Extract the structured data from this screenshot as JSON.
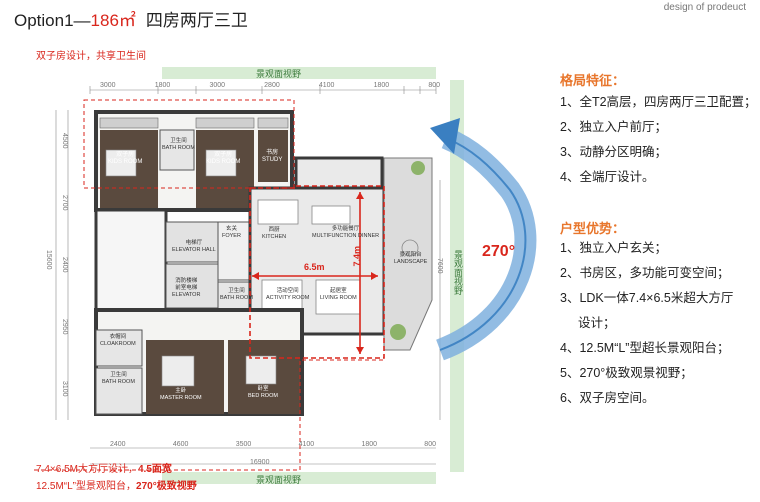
{
  "header": {
    "title_prefix": "Option1—",
    "title_area": "186㎡",
    "title_cn": "四房两厅三卫",
    "subtitle": "design of prodeuct"
  },
  "plan": {
    "note_top": "双子房设计，共享卫生间",
    "view_top": "景观面视野",
    "view_bottom": "景观面视野",
    "view_right": "景观面视野",
    "dim_top": [
      "3000",
      "1800",
      "3000",
      "2800",
      "4100",
      "1800",
      "800"
    ],
    "dim_bottom": [
      "2400",
      "4600",
      "3500",
      "4100",
      "1800",
      "800"
    ],
    "dim_total": "16900",
    "dim_left": [
      "4500",
      "2700",
      "2400",
      "2950",
      "3100"
    ],
    "dim_left_total": "15600",
    "dim_right": "7600",
    "dim_6_5": "6.5m",
    "dim_7_4": "7.4m",
    "angle": "270°",
    "rooms": {
      "bedroom_a": "双子房",
      "bedroom_a_en": "KIDS ROOM",
      "bath_a": "卫生间",
      "bath_a_en": "BATH ROOM",
      "bedroom_b": "双子房",
      "bedroom_b_en": "KIDS ROOM",
      "study": "书房",
      "study_en": "STUDY",
      "kitchen": "西厨",
      "kitchen_en": "KITCHEN",
      "dining": "多功能餐厅",
      "dining_en": "MULTIFUNCTION DINNER",
      "foyer": "玄关",
      "foyer_en": "FOYER",
      "lift_hall": "电梯厅",
      "lift_hall_en": "ELEVATOR HALL",
      "stair": "消防楼梯",
      "stair2": "前室电梯",
      "stair_en": "ELEVATOR",
      "bath_b": "卫生间",
      "bath_b_en": "BATH ROOM",
      "activity": "活动空间",
      "activity_en": "ACTIVITY ROOM",
      "living": "起居室",
      "living_en": "LIVING ROOM",
      "balcony": "景观阳台",
      "balcony_en": "LANDSCAPE",
      "cloak": "衣帽间",
      "cloak_en": "CLOAKROOM",
      "master": "主卧",
      "master_en": "MASTER ROOM",
      "bath_c": "卫生间",
      "bath_c_en": "BATH ROOM",
      "bedroom_c": "卧室",
      "bedroom_c_en": "BED ROOM"
    },
    "note_bottom_1_plain": "7.4×6.5M大方厅设计，",
    "note_bottom_1_bold": "4.5面宽",
    "note_bottom_2_plain": "12.5M“L”型景观阳台，",
    "note_bottom_2_bold": "270°极致视野"
  },
  "features": {
    "title": "格局特征：",
    "items": [
      "1、全T2高层，四房两厅三卫配置；",
      "2、独立入户前厅；",
      "3、动静分区明确；",
      "4、全端厅设计。"
    ]
  },
  "advantages": {
    "title": "户型优势：",
    "items": [
      "1、独立入户玄关；",
      "2、书房区，多功能可变空间；",
      "3、LDK一体7.4×6.5米超大方厅",
      "    设计；",
      "4、12.5M“L”型超长景观阳台；",
      "5、270°极致观景视野；",
      "6、双子房空间。"
    ]
  },
  "colors": {
    "accent_red": "#d9261c",
    "accent_orange": "#e8762c",
    "view_green": "#d8ecd4",
    "arrow_blue": "#3a7fc1",
    "wall": "#3a3a3a",
    "wood": "#5a4a3e"
  }
}
